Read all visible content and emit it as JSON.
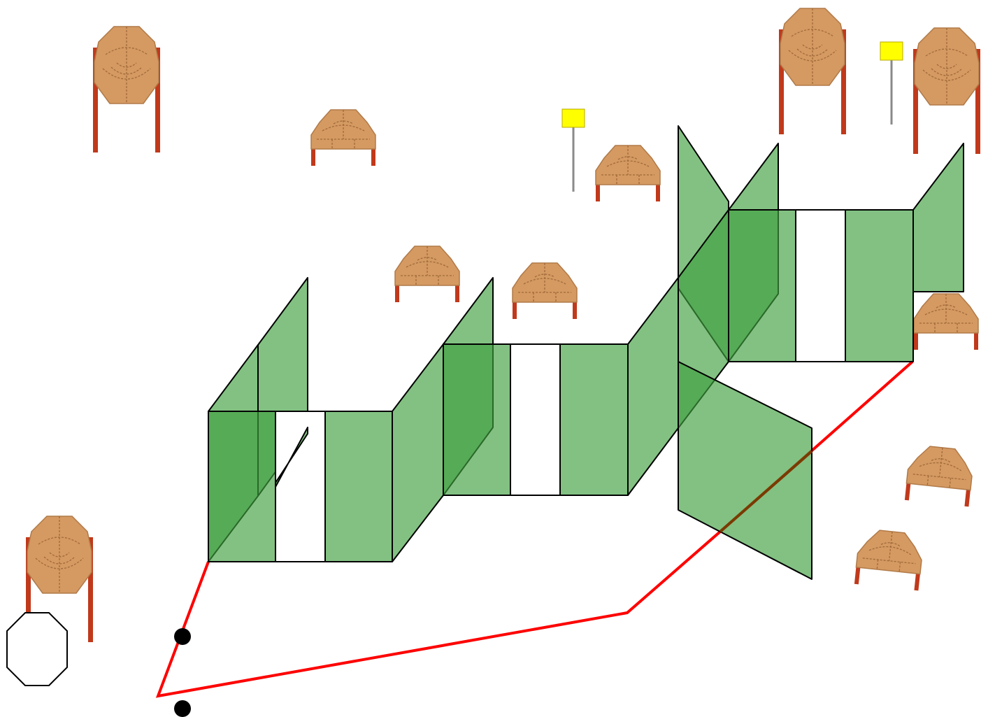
{
  "colors": {
    "background": "#ffffff",
    "wall_fill": "#3f9f3f",
    "wall_stroke": "#000000",
    "fault_line": "#ff0000",
    "target_face": "#d59a62",
    "target_ring": "#a66a3a",
    "target_leg": "#c0391b",
    "flag": "#ffff00",
    "flag_pole": "#8a8a8a",
    "marker": "#000000"
  },
  "elements": {
    "walls": "green-barrier-panels",
    "openings": "white-port-openings",
    "fault_line": "red-fault-line",
    "targets_tall": "paper-target-tall",
    "targets_short": "paper-target-short",
    "flags": "yellow-flag-marker",
    "start_position": "octagon-start-marker",
    "markers": "black-dot-marker"
  }
}
